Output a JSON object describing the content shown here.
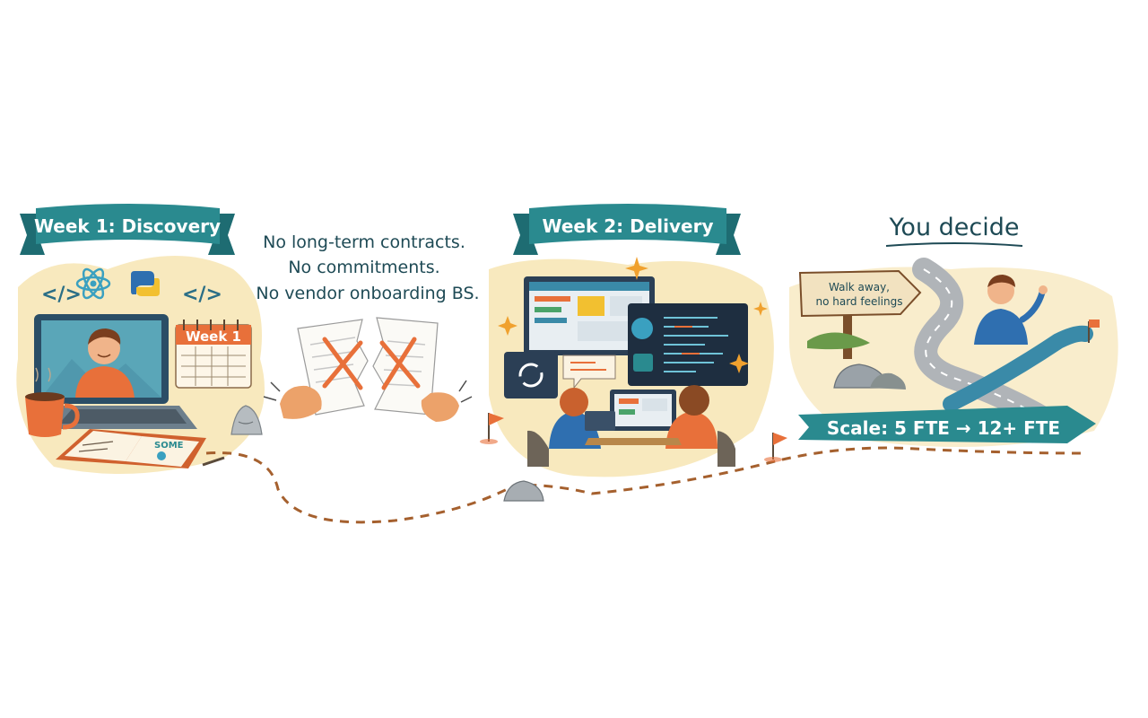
{
  "sections": {
    "week1": {
      "banner": "Week 1: Discovery",
      "calendar_label": "Week 1",
      "notebook_text": "SOME"
    },
    "middle": {
      "line1": "No long-term contracts.",
      "line2": "No commitments.",
      "line3": "No vendor onboarding BS."
    },
    "week2": {
      "banner": "Week 2: Delivery"
    },
    "decide": {
      "title": "You decide",
      "sign_line1": "Walk away,",
      "sign_line2": "no hard feelings",
      "scale_banner": "Scale: 5 FTE → 12+ FTE"
    }
  },
  "icons": [
    "code-icon",
    "react-icon",
    "python-icon",
    "code-icon"
  ],
  "colors": {
    "teal": "#2a8a8f",
    "orange": "#e8703a",
    "sand": "#f3dca0",
    "ink": "#1e4a55"
  }
}
